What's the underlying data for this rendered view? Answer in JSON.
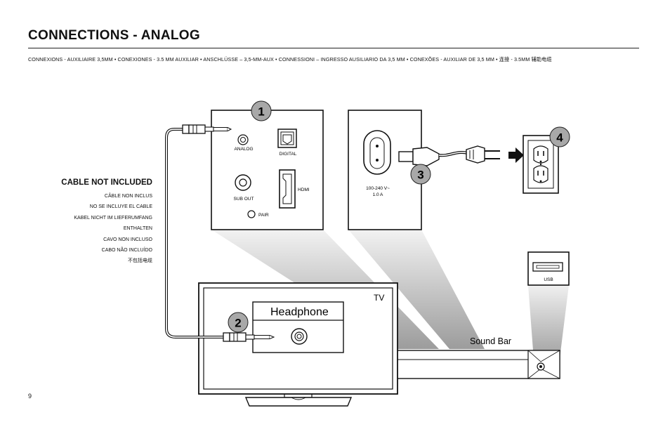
{
  "page": {
    "title": "CONNECTIONS - ANALOG",
    "subtitle": "CONNEXIONS - AUXILIAIRE 3,5MM • CONEXIONES - 3.5 MM AUXILIAR • ANSCHLÜSSE – 3,5-MM-AUX • CONNESSIONI – INGRESSO AUSILIARIO DA 3,5 MM • CONEXÕES - AUXILIAR DE 3,5 MM • 连接 - 3.5MM 辅助电缆",
    "page_number": "9"
  },
  "cable_note": {
    "heading": "CABLE NOT INCLUDED",
    "translations": [
      "CÂBLE NON INCLUS",
      "NO SE INCLUYE EL CABLE",
      "KABEL NICHT IM LIEFERUMFANG",
      "ENTHALTEN",
      "CAVO NON INCLUSO",
      "CABO NÃO INCLUÍDO",
      "不包括电缆"
    ]
  },
  "diagram": {
    "panel_labels": {
      "analog": "ANALOG",
      "digital": "DIGITAL",
      "hdmi": "HDMI",
      "sub_out": "SUB OUT",
      "pair": "PAIR",
      "power_rating_line1": "100-240 V~",
      "power_rating_line2": "1.0 A",
      "usb": "USB"
    },
    "device_labels": {
      "tv": "TV",
      "headphone": "Headphone",
      "sound_bar": "Sound Bar"
    },
    "steps": [
      "1",
      "2",
      "3",
      "4"
    ],
    "icons": [
      "analog-jack-icon",
      "optical-port-icon",
      "hdmi-port-icon",
      "sub-out-port-icon",
      "pair-button-icon",
      "power-socket-icon",
      "power-plug-icon",
      "wall-outlet-icon",
      "usb-port-icon",
      "arrow-right-icon",
      "headphone-jack-icon",
      "aux-cable-plug-icon"
    ],
    "colors": {
      "step_badge": "#a8a8a8",
      "line": "#111111"
    }
  }
}
